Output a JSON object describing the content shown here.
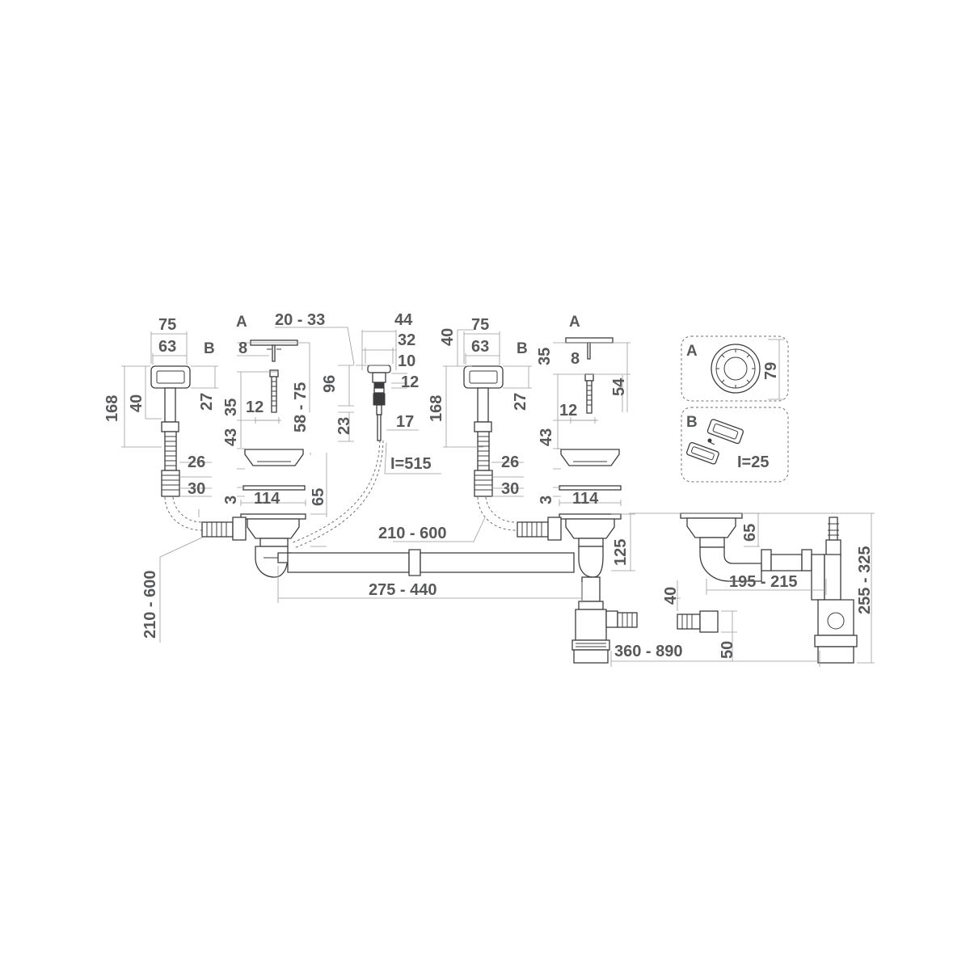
{
  "diagram": {
    "callouts": {
      "a": "A",
      "b": "B"
    },
    "dimensions": {
      "d75": "75",
      "d63": "63",
      "d168": "168",
      "d40": "40",
      "d27": "27",
      "d26": "26",
      "d30": "30",
      "d8": "8",
      "d35": "35",
      "d43": "43",
      "d12": "12",
      "d3": "3",
      "d114": "114",
      "d65": "65",
      "d20_33": "20 - 33",
      "d58_75": "58 - 75",
      "d44": "44",
      "d32": "32",
      "d10": "10",
      "d96": "96",
      "d23": "23",
      "d17": "17",
      "l515": "I=515",
      "d210_600": "210 - 600",
      "d275_440": "275 - 440",
      "d125": "125",
      "d54": "54",
      "d79": "79",
      "l25": "I=25",
      "d195_215": "195 - 215",
      "d255_325": "255 - 325",
      "d360_890": "360 - 890",
      "d50": "50"
    }
  }
}
